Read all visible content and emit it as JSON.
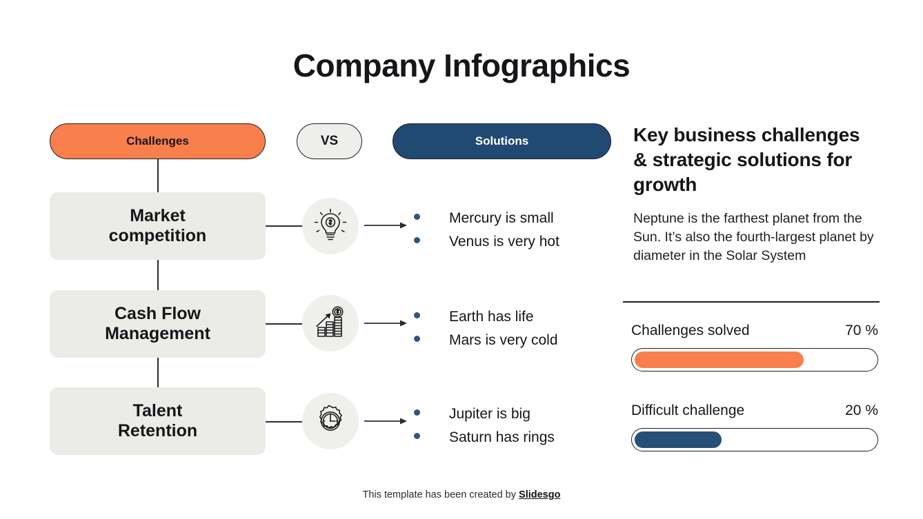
{
  "title": "Company Infographics",
  "header": {
    "challenges_label": "Challenges",
    "vs_label": "VS",
    "solutions_label": "Solutions"
  },
  "rows": [
    {
      "challenge": {
        "line1": "Market",
        "line2": "competition"
      },
      "icon": "lightbulb-dollar-icon",
      "solutions": [
        "Mercury is small",
        "Venus is very hot"
      ]
    },
    {
      "challenge": {
        "line1": "Cash Flow",
        "line2": "Management"
      },
      "icon": "growth-chart-coin-icon",
      "solutions": [
        "Earth has life",
        "Mars is very cold"
      ]
    },
    {
      "challenge": {
        "line1": "Talent",
        "line2": "Retention"
      },
      "icon": "gear-clock-icon",
      "solutions": [
        "Jupiter is big",
        "Saturn has rings"
      ]
    }
  ],
  "panel": {
    "heading": "Key business challenges & strategic solutions for growth",
    "body": "Neptune is the farthest planet from the Sun. It’s also the fourth-largest planet by diameter in the Solar System"
  },
  "progress": [
    {
      "label": "Challenges solved",
      "value": "70 %",
      "percent": 70,
      "color": "#f97f4d"
    },
    {
      "label": "Difficult challenge",
      "value": "20 %",
      "percent": 20,
      "color": "#265075"
    }
  ],
  "footer": {
    "text": "This template has been created by ",
    "brand": "Slidesgo"
  },
  "colors": {
    "orange": "#f97f4d",
    "navy": "#214a72",
    "card_gray": "#ebebe7",
    "bullet_navy": "#2f567d",
    "ink": "#16161a"
  }
}
